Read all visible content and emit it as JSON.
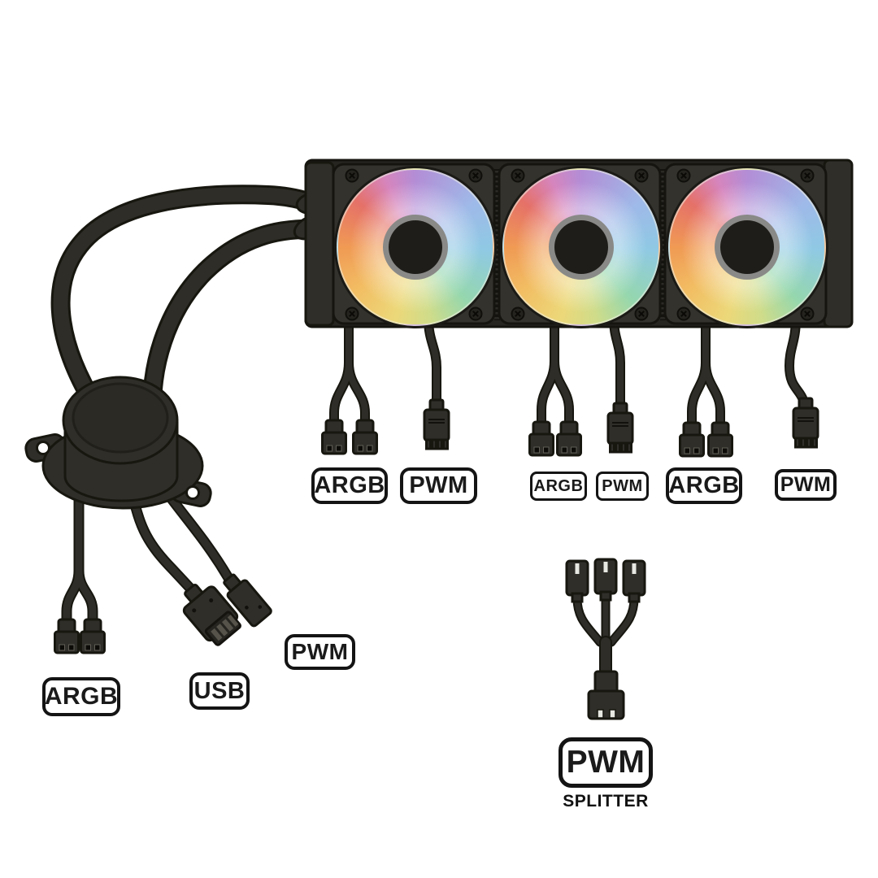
{
  "diagram": {
    "subject": "aio-liquid-cooler-cable-guide",
    "background": "#ffffff"
  },
  "colors": {
    "device_body": "#2f2e29",
    "device_dark": "#262520",
    "outline": "#17160f",
    "label_border": "#141414",
    "label_text": "#1a1a1a",
    "label_bg": "#ffffff",
    "fan_ring": [
      "#b38dd6",
      "#9fb9e8",
      "#8fc9e4",
      "#95d7ae",
      "#ecd879",
      "#f2bd63",
      "#f09a54",
      "#e57168",
      "#d685bd"
    ]
  },
  "radiator": {
    "fans": [
      {
        "name": "fan-1",
        "argb_label": "ARGB",
        "pwm_label": "PWM"
      },
      {
        "name": "fan-2",
        "argb_label": "ARGB",
        "pwm_label": "PWM"
      },
      {
        "name": "fan-3",
        "argb_label": "ARGB",
        "pwm_label": "PWM"
      }
    ]
  },
  "pump": {
    "argb_label": "ARGB",
    "usb_label": "USB",
    "pwm_label": "PWM"
  },
  "splitter": {
    "pwm_label": "PWM",
    "caption": "SPLITTER"
  }
}
